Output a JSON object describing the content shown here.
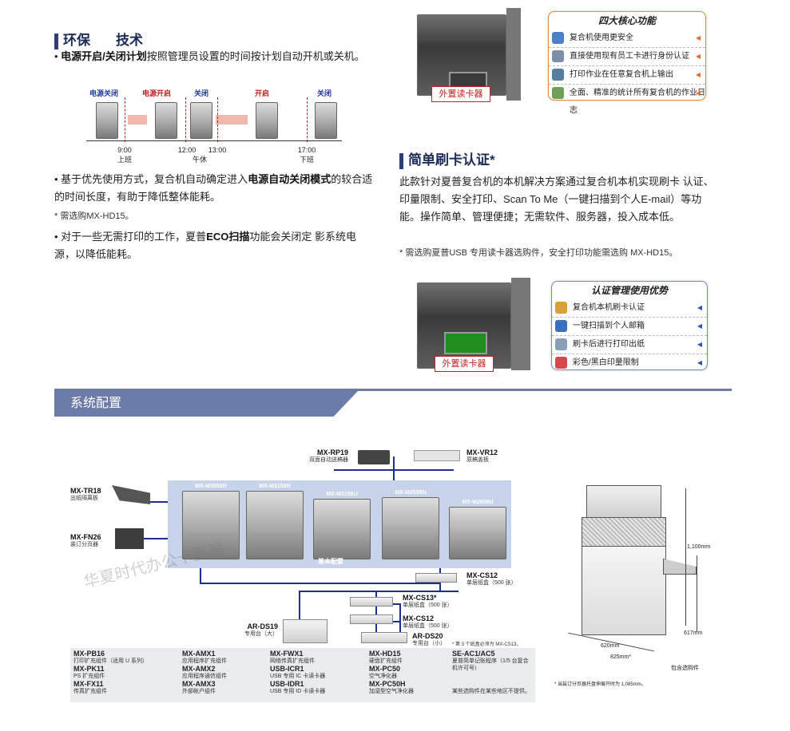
{
  "eco": {
    "title_a": "环保",
    "title_b": "技术",
    "p1_bold": "电源开启/关闭计划",
    "p1_rest": "按照管理员设置的时间按计划自动开机或关机。",
    "timeline": {
      "labels": [
        "电源关闭",
        "电源开启",
        "关闭",
        "开启",
        "关闭"
      ],
      "ticks": [
        {
          "time": "9:00",
          "note": "上班"
        },
        {
          "time": "12:00",
          "note": ""
        },
        {
          "time": "13:00",
          "note": ""
        },
        {
          "time": "17:00",
          "note": "下班"
        }
      ],
      "lunch": "午休"
    },
    "p2_pre": "基于优先使用方式，复合机自动确定进入",
    "p2_bold": "电源自动关闭模式",
    "p2_post": "的较合适的时间长度，有助于降低整体能耗。",
    "note1": "* 需选购MX-HD15。",
    "p3_pre": "对于一些无需打印的工作，夏普",
    "p3_bold": "ECO扫描",
    "p3_post": "功能会关闭定 影系统电源，以降低能耗。"
  },
  "core": {
    "reader_label": "外置读卡器",
    "title": "四大核心功能",
    "items": [
      "复合机使用更安全",
      "直接使用现有员工卡进行身份认证",
      "打印作业在任意复合机上输出",
      "全面、精准的统计所有复合机的作业日志"
    ]
  },
  "card": {
    "title": "简单刷卡认证*",
    "body": "此款针对夏普复合机的本机解决方案通过复合机本机实现刷卡 认证、印量限制、安全打印、Scan To Me（一键扫描到个人E-mail）等功能。操作简单、管理便捷；无需软件、服务器，投入成本低。",
    "note": "* 需选购夏普USB 专用读卡器选购件，安全打印功能需选购 MX-HD15。",
    "reader_label": "外置读卡器",
    "adv_title": "认证管理使用优势",
    "adv_items": [
      "复合机本机刷卡认证",
      "一键扫描到个人邮箱",
      "刷卡后进行打印出纸",
      "彩色/黑白印量限制"
    ]
  },
  "system": {
    "band": "系统配置",
    "rp19": {
      "name": "MX-RP19",
      "sub": "双面自动送稿器"
    },
    "vr12": {
      "name": "MX-VR12",
      "sub": "原稿盖板"
    },
    "tr18": {
      "name": "MX-TR18",
      "sub": "出纸隔离板"
    },
    "fn26": {
      "name": "MX-FN26",
      "sub": "装订分页器"
    },
    "machines": [
      "MX-M3558N",
      "MX-M3158N",
      "MX-M3158U",
      "MX-M2658N",
      "MX-M2658U"
    ],
    "base": "基本配置",
    "cs12a": {
      "name": "MX-CS12",
      "sub": "单层纸盒（500 张）"
    },
    "cs13": {
      "name": "MX-CS13*",
      "sub": "单层纸盒（500 张）"
    },
    "cs12b": {
      "name": "MX-CS12",
      "sub": "单层纸盒（500 张）"
    },
    "ds19": {
      "name": "AR-DS19",
      "sub": "专用台（大）"
    },
    "ds20": {
      "name": "AR-DS20",
      "sub": "专用台（小）"
    },
    "cs13_note": "* 第 3 个纸盒必须为 MX-CS13。",
    "watermark": "华夏时代办公卡直销",
    "options": [
      [
        {
          "name": "MX-PB16",
          "sub": "打印扩充组件（适用 U 系列）"
        },
        {
          "name": "MX-PK11",
          "sub": "PS 扩充组件"
        },
        {
          "name": "MX-FX11",
          "sub": "传真扩充组件"
        }
      ],
      [
        {
          "name": "MX-AMX1",
          "sub": "应用程序扩充组件"
        },
        {
          "name": "MX-AMX2",
          "sub": "应用程序通信组件"
        },
        {
          "name": "MX-AMX3",
          "sub": "外部帐户组件"
        }
      ],
      [
        {
          "name": "MX-FWX1",
          "sub": "网络传真扩充组件"
        },
        {
          "name": "USB-ICR1",
          "sub": "USB 专用 IC 卡读卡器"
        },
        {
          "name": "USB-IDR1",
          "sub": "USB 专用 ID 卡读卡器"
        }
      ],
      [
        {
          "name": "MX-HD15",
          "sub": "硬盘扩充组件"
        },
        {
          "name": "MX-PC50",
          "sub": "空气净化器"
        },
        {
          "name": "MX-PC50H",
          "sub": "加湿型空气净化器"
        }
      ],
      [
        {
          "name": "SE-AC1/AC5",
          "sub": "夏普简单记账程序（1/5 台复合机许可号）"
        },
        {
          "name": "",
          "sub": ""
        },
        {
          "name": "",
          "sub": "某些选购件在某些地区不提供。"
        }
      ]
    ],
    "dims": {
      "h": "1,100mm",
      "h2": "617mm",
      "w1": "620mm",
      "w2": "825mm*",
      "incl": "包含选购件",
      "note": "* 当装订分页器托盘伸展开时为 1,085mm。"
    }
  }
}
